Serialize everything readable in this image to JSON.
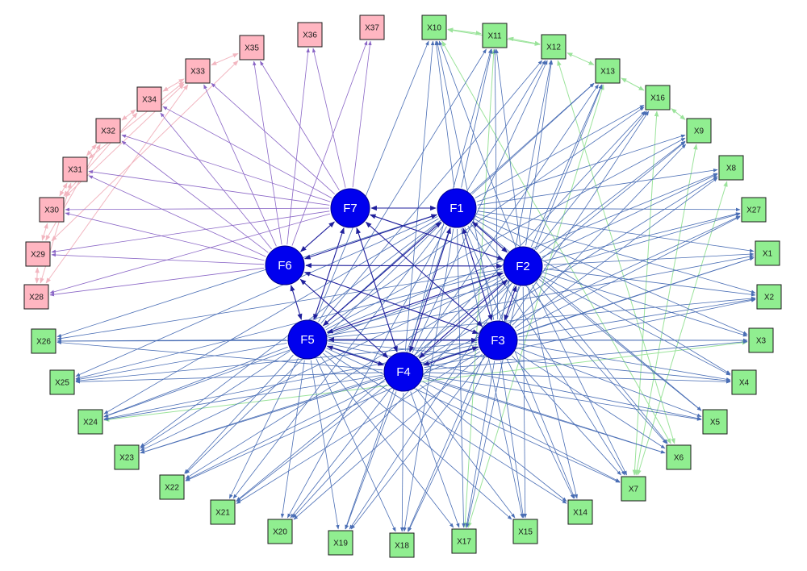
{
  "colors": {
    "background": "#ffffff",
    "factor_fill": "#0000ee",
    "factor_stroke": "#00008b",
    "factor_label": "#ffffff",
    "item_green_fill": "#90ee90",
    "item_pink_fill": "#ffb6c1",
    "item_stroke": "#1a1a1a",
    "edge_factor_item_blue": "#4a6eb5",
    "edge_factor_item_purple": "#8a66c6",
    "edge_factor_factor": "#1f1f9c",
    "edge_item_item_green": "#9be39b",
    "edge_item_item_pink": "#f2b6c0"
  },
  "factors": [
    "F1",
    "F2",
    "F3",
    "F4",
    "F5",
    "F6",
    "F7"
  ],
  "items": [
    "X1",
    "X2",
    "X3",
    "X4",
    "X5",
    "X6",
    "X7",
    "X8",
    "X9",
    "X10",
    "X11",
    "X12",
    "X13",
    "X14",
    "X15",
    "X16",
    "X17",
    "X18",
    "X19",
    "X20",
    "X21",
    "X22",
    "X23",
    "X24",
    "X25",
    "X26",
    "X27",
    "X28",
    "X29",
    "X30",
    "X31",
    "X32",
    "X33",
    "X34",
    "X35",
    "X36",
    "X37"
  ],
  "groups": {
    "green_items": [
      "X1",
      "X2",
      "X3",
      "X4",
      "X5",
      "X6",
      "X7",
      "X8",
      "X9",
      "X10",
      "X11",
      "X12",
      "X13",
      "X14",
      "X15",
      "X16",
      "X17",
      "X18",
      "X19",
      "X20",
      "X21",
      "X22",
      "X23",
      "X24",
      "X25",
      "X26",
      "X27"
    ],
    "pink_items": [
      "X28",
      "X29",
      "X30",
      "X31",
      "X32",
      "X33",
      "X34",
      "X35",
      "X36",
      "X37"
    ]
  },
  "factor_loadings": {
    "F1": [
      "X1",
      "X2",
      "X3",
      "X4",
      "X5",
      "X6",
      "X7",
      "X8",
      "X9",
      "X10",
      "X11",
      "X12",
      "X13",
      "X14",
      "X15",
      "X16",
      "X17",
      "X18",
      "X19",
      "X20",
      "X21",
      "X22",
      "X23",
      "X24",
      "X25",
      "X26",
      "X27"
    ],
    "F2": [
      "X1",
      "X2",
      "X3",
      "X4",
      "X5",
      "X6",
      "X7",
      "X8",
      "X9",
      "X10",
      "X11",
      "X12",
      "X13",
      "X14",
      "X15",
      "X16",
      "X17",
      "X18",
      "X19",
      "X20",
      "X21",
      "X22",
      "X23",
      "X24",
      "X25",
      "X26",
      "X27"
    ],
    "F3": [
      "X1",
      "X2",
      "X3",
      "X4",
      "X5",
      "X6",
      "X7",
      "X8",
      "X9",
      "X10",
      "X11",
      "X12",
      "X13",
      "X14",
      "X15",
      "X16",
      "X17",
      "X18",
      "X19",
      "X20",
      "X21",
      "X22",
      "X23",
      "X24",
      "X25",
      "X26",
      "X27"
    ],
    "F4": [
      "X1",
      "X2",
      "X3",
      "X4",
      "X5",
      "X6",
      "X7",
      "X8",
      "X9",
      "X10",
      "X11",
      "X12",
      "X13",
      "X14",
      "X15",
      "X16",
      "X17",
      "X18",
      "X19",
      "X20",
      "X21",
      "X22",
      "X23",
      "X24",
      "X25",
      "X26",
      "X27"
    ],
    "F5": [
      "X1",
      "X2",
      "X3",
      "X4",
      "X5",
      "X6",
      "X7",
      "X8",
      "X9",
      "X10",
      "X11",
      "X12",
      "X13",
      "X14",
      "X15",
      "X16",
      "X17",
      "X18",
      "X19",
      "X20",
      "X21",
      "X22",
      "X23",
      "X24",
      "X25",
      "X26",
      "X27"
    ],
    "F6": [
      "X28",
      "X29",
      "X30",
      "X31",
      "X32",
      "X33",
      "X34",
      "X35",
      "X36",
      "X37"
    ],
    "F7": [
      "X28",
      "X29",
      "X30",
      "X31",
      "X32",
      "X33",
      "X34",
      "X35",
      "X36",
      "X37"
    ]
  },
  "factor_correlations": [
    [
      "F1",
      "F2"
    ],
    [
      "F1",
      "F3"
    ],
    [
      "F1",
      "F4"
    ],
    [
      "F1",
      "F5"
    ],
    [
      "F1",
      "F6"
    ],
    [
      "F1",
      "F7"
    ],
    [
      "F2",
      "F3"
    ],
    [
      "F2",
      "F4"
    ],
    [
      "F2",
      "F5"
    ],
    [
      "F2",
      "F6"
    ],
    [
      "F2",
      "F7"
    ],
    [
      "F3",
      "F4"
    ],
    [
      "F3",
      "F5"
    ],
    [
      "F3",
      "F6"
    ],
    [
      "F3",
      "F7"
    ],
    [
      "F4",
      "F5"
    ],
    [
      "F4",
      "F6"
    ],
    [
      "F4",
      "F7"
    ],
    [
      "F5",
      "F6"
    ],
    [
      "F5",
      "F7"
    ],
    [
      "F6",
      "F7"
    ]
  ],
  "item_correlations_green": [
    [
      "X10",
      "X11"
    ],
    [
      "X11",
      "X12"
    ],
    [
      "X10",
      "X12"
    ],
    [
      "X12",
      "X13"
    ],
    [
      "X13",
      "X16"
    ],
    [
      "X16",
      "X9"
    ],
    [
      "X10",
      "X6"
    ],
    [
      "X12",
      "X6"
    ],
    [
      "X16",
      "X7"
    ],
    [
      "X9",
      "X7"
    ],
    [
      "X8",
      "X7"
    ],
    [
      "X13",
      "X17"
    ],
    [
      "X11",
      "X17"
    ],
    [
      "X24",
      "X3"
    ]
  ],
  "item_correlations_pink": [
    [
      "X28",
      "X29"
    ],
    [
      "X29",
      "X30"
    ],
    [
      "X30",
      "X31"
    ],
    [
      "X31",
      "X32"
    ],
    [
      "X32",
      "X34"
    ],
    [
      "X34",
      "X33"
    ],
    [
      "X33",
      "X35"
    ],
    [
      "X28",
      "X31"
    ],
    [
      "X29",
      "X32"
    ],
    [
      "X28",
      "X33"
    ],
    [
      "X30",
      "X34"
    ],
    [
      "X31",
      "X33"
    ],
    [
      "X29",
      "X35"
    ],
    [
      "X30",
      "X33"
    ]
  ]
}
